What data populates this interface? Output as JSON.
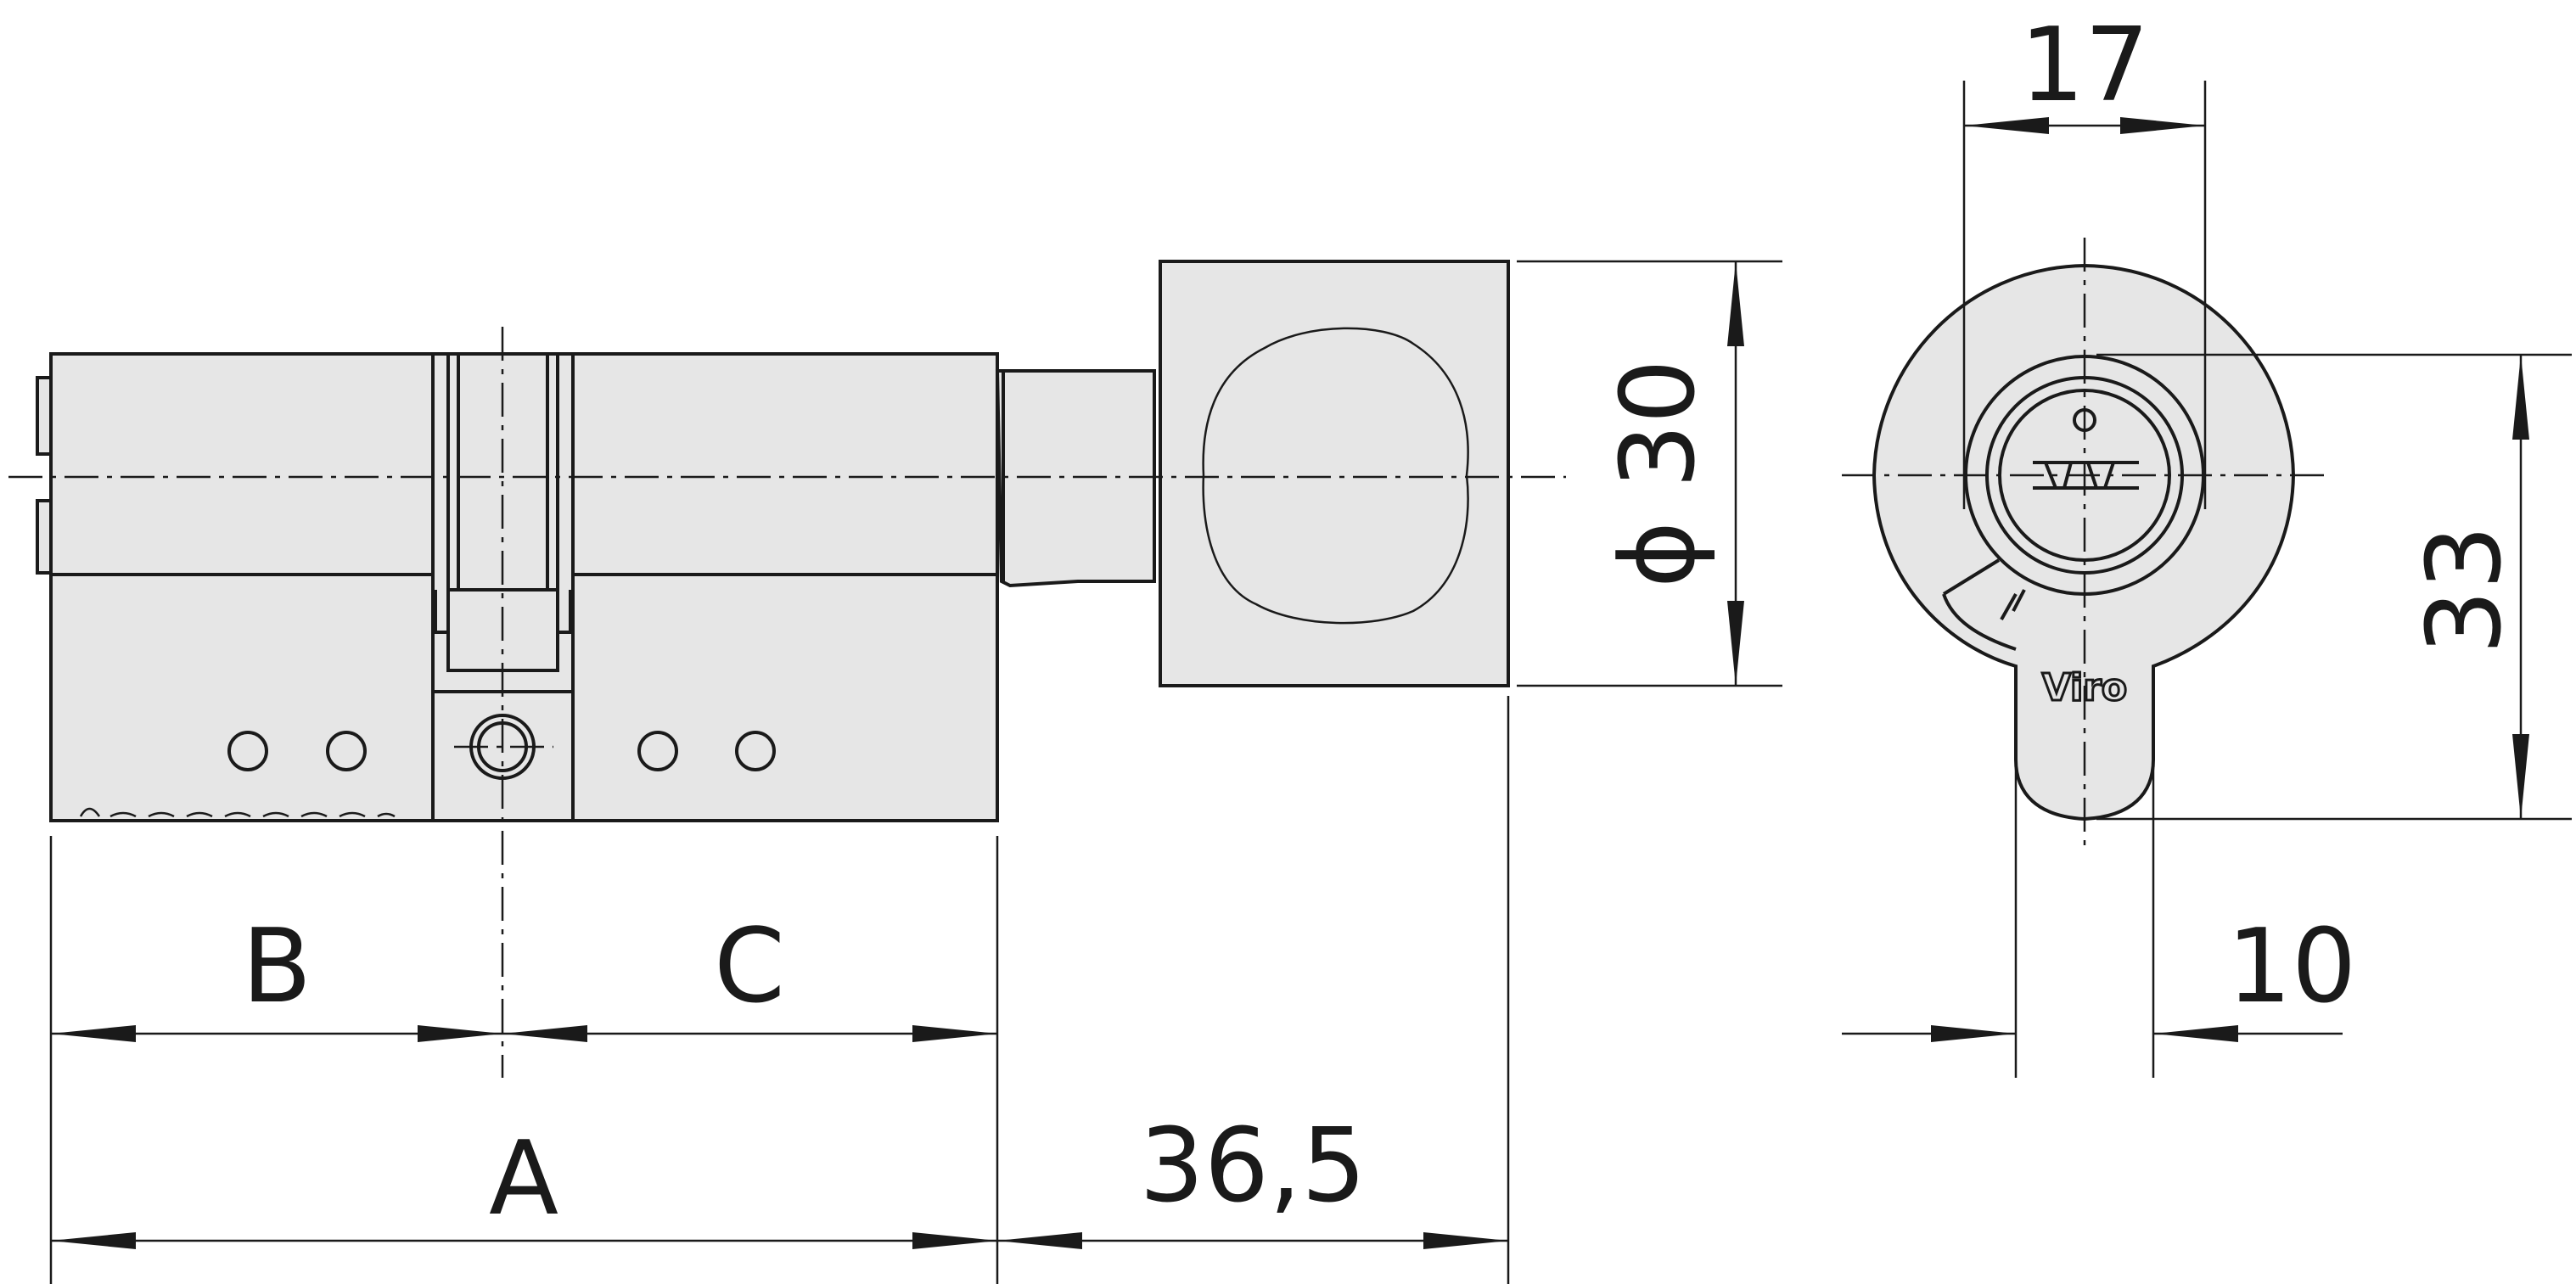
{
  "dimensions": {
    "total_length": "A",
    "side_b": "B",
    "side_c": "C",
    "knob_length": "36,5",
    "knob_diameter": "ϕ 30",
    "profile_width": "17",
    "profile_height": "33",
    "cam_width": "10"
  },
  "brand": "Viro"
}
